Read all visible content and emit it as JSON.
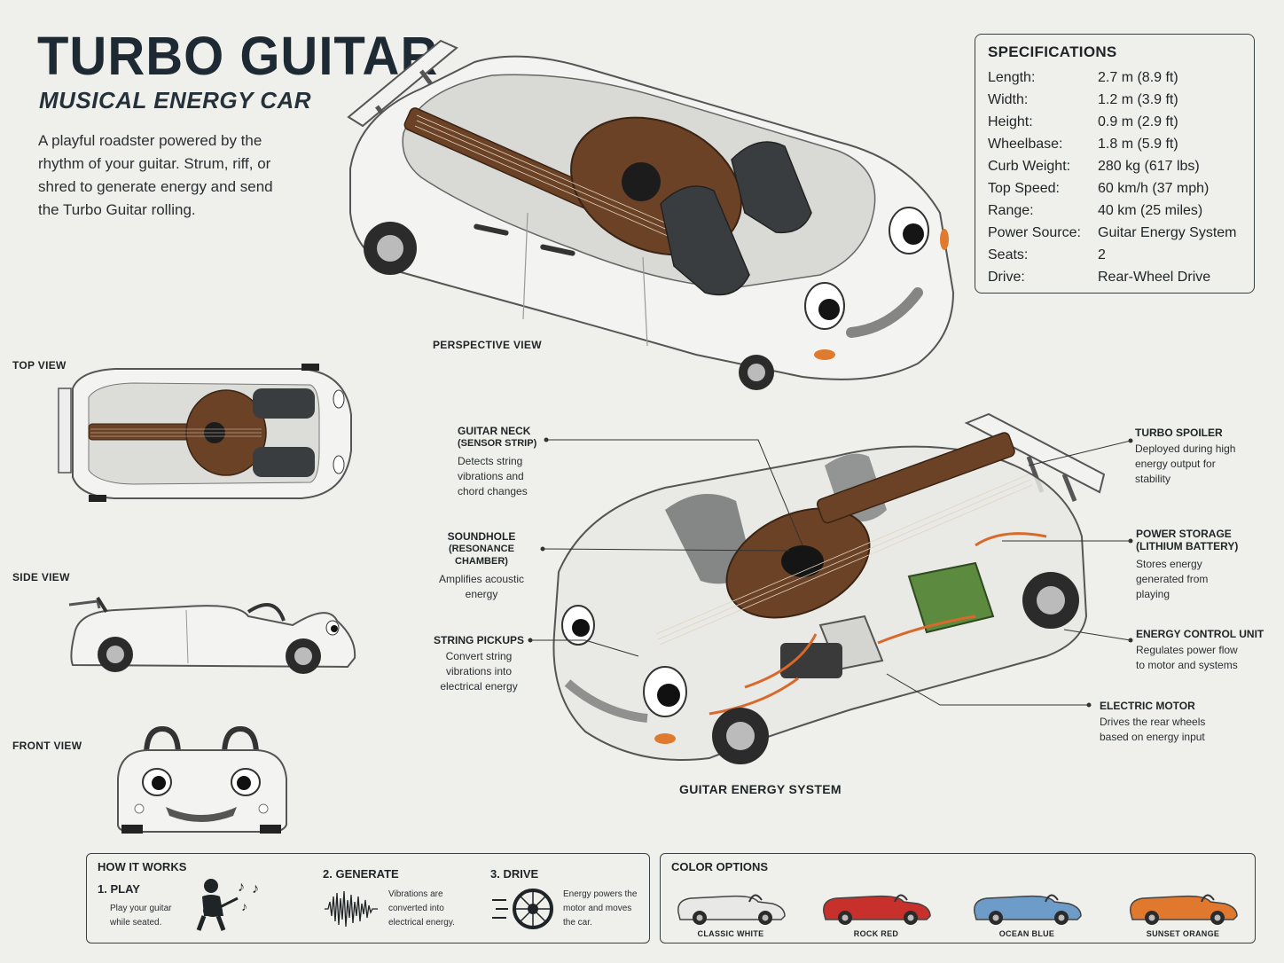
{
  "header": {
    "title": "TURBO GUITAR",
    "subtitle": "MUSICAL ENERGY CAR",
    "tagline": "A playful roadster powered by the rhythm of your guitar. Strum, riff, or shred to generate energy and send the Turbo Guitar rolling."
  },
  "specs": {
    "heading": "SPECIFICATIONS",
    "rows": [
      {
        "key": "Length:",
        "value": "2.7 m (8.9 ft)"
      },
      {
        "key": "Width:",
        "value": "1.2 m (3.9 ft)"
      },
      {
        "key": "Height:",
        "value": "0.9 m (2.9 ft)"
      },
      {
        "key": "Wheelbase:",
        "value": "1.8 m (5.9 ft)"
      },
      {
        "key": "Curb Weight:",
        "value": "280 kg (617 lbs)"
      },
      {
        "key": "Top Speed:",
        "value": "60 km/h (37 mph)"
      },
      {
        "key": "Range:",
        "value": "40 km (25 miles)"
      },
      {
        "key": "Power Source:",
        "value": "Guitar Energy System"
      },
      {
        "key": "Seats:",
        "value": "2"
      },
      {
        "key": "Drive:",
        "value": "Rear-Wheel Drive"
      }
    ]
  },
  "views": {
    "perspective": "PERSPECTIVE VIEW",
    "top": "TOP VIEW",
    "side": "SIDE VIEW",
    "front": "FRONT VIEW",
    "system": "GUITAR ENERGY SYSTEM"
  },
  "callouts": {
    "guitar_neck": {
      "title": "GUITAR NECK",
      "sub": "(SENSOR STRIP)",
      "desc": [
        "Detects string",
        "vibrations and",
        "chord changes"
      ]
    },
    "soundhole": {
      "title": "SOUNDHOLE",
      "sub": "(RESONANCE CHAMBER)",
      "desc": [
        "Amplifies acoustic",
        "energy"
      ]
    },
    "string_pickups": {
      "title": "STRING PICKUPS",
      "desc": [
        "Convert string",
        "vibrations into",
        "electrical energy"
      ]
    },
    "turbo_spoiler": {
      "title": "TURBO SPOILER",
      "desc": [
        "Deployed during high",
        "energy output for",
        "stability"
      ]
    },
    "power_storage": {
      "title": "POWER STORAGE",
      "sub": "(LITHIUM BATTERY)",
      "desc": [
        "Stores energy",
        "generated from",
        "playing"
      ]
    },
    "energy_control": {
      "title": "ENERGY CONTROL UNIT",
      "desc": [
        "Regulates power flow",
        "to motor and systems"
      ]
    },
    "electric_motor": {
      "title": "ELECTRIC MOTOR",
      "desc": [
        "Drives the rear wheels",
        "based on energy input"
      ]
    }
  },
  "how_it_works": {
    "heading": "HOW IT WORKS",
    "steps": [
      {
        "label": "1. PLAY",
        "desc": [
          "Play your guitar",
          "while seated."
        ]
      },
      {
        "label": "2. GENERATE",
        "desc": [
          "Vibrations are",
          "converted into",
          "electrical energy."
        ]
      },
      {
        "label": "3. DRIVE",
        "desc": [
          "Energy powers the",
          "motor and moves",
          "the car."
        ]
      }
    ]
  },
  "color_options": {
    "heading": "COLOR OPTIONS",
    "items": [
      {
        "name": "CLASSIC WHITE",
        "color": "#e8e8e6"
      },
      {
        "name": "ROCK RED",
        "color": "#c8302c"
      },
      {
        "name": "OCEAN BLUE",
        "color": "#6d9cc9"
      },
      {
        "name": "SUNSET ORANGE",
        "color": "#e0782e"
      }
    ]
  },
  "colors": {
    "wood": "#6b4226",
    "wood_dark": "#4a2c19",
    "body_white": "#f4f4f2",
    "battery_green": "#5c8a3e",
    "wire_orange": "#d9692a",
    "ink": "#1f2427"
  }
}
